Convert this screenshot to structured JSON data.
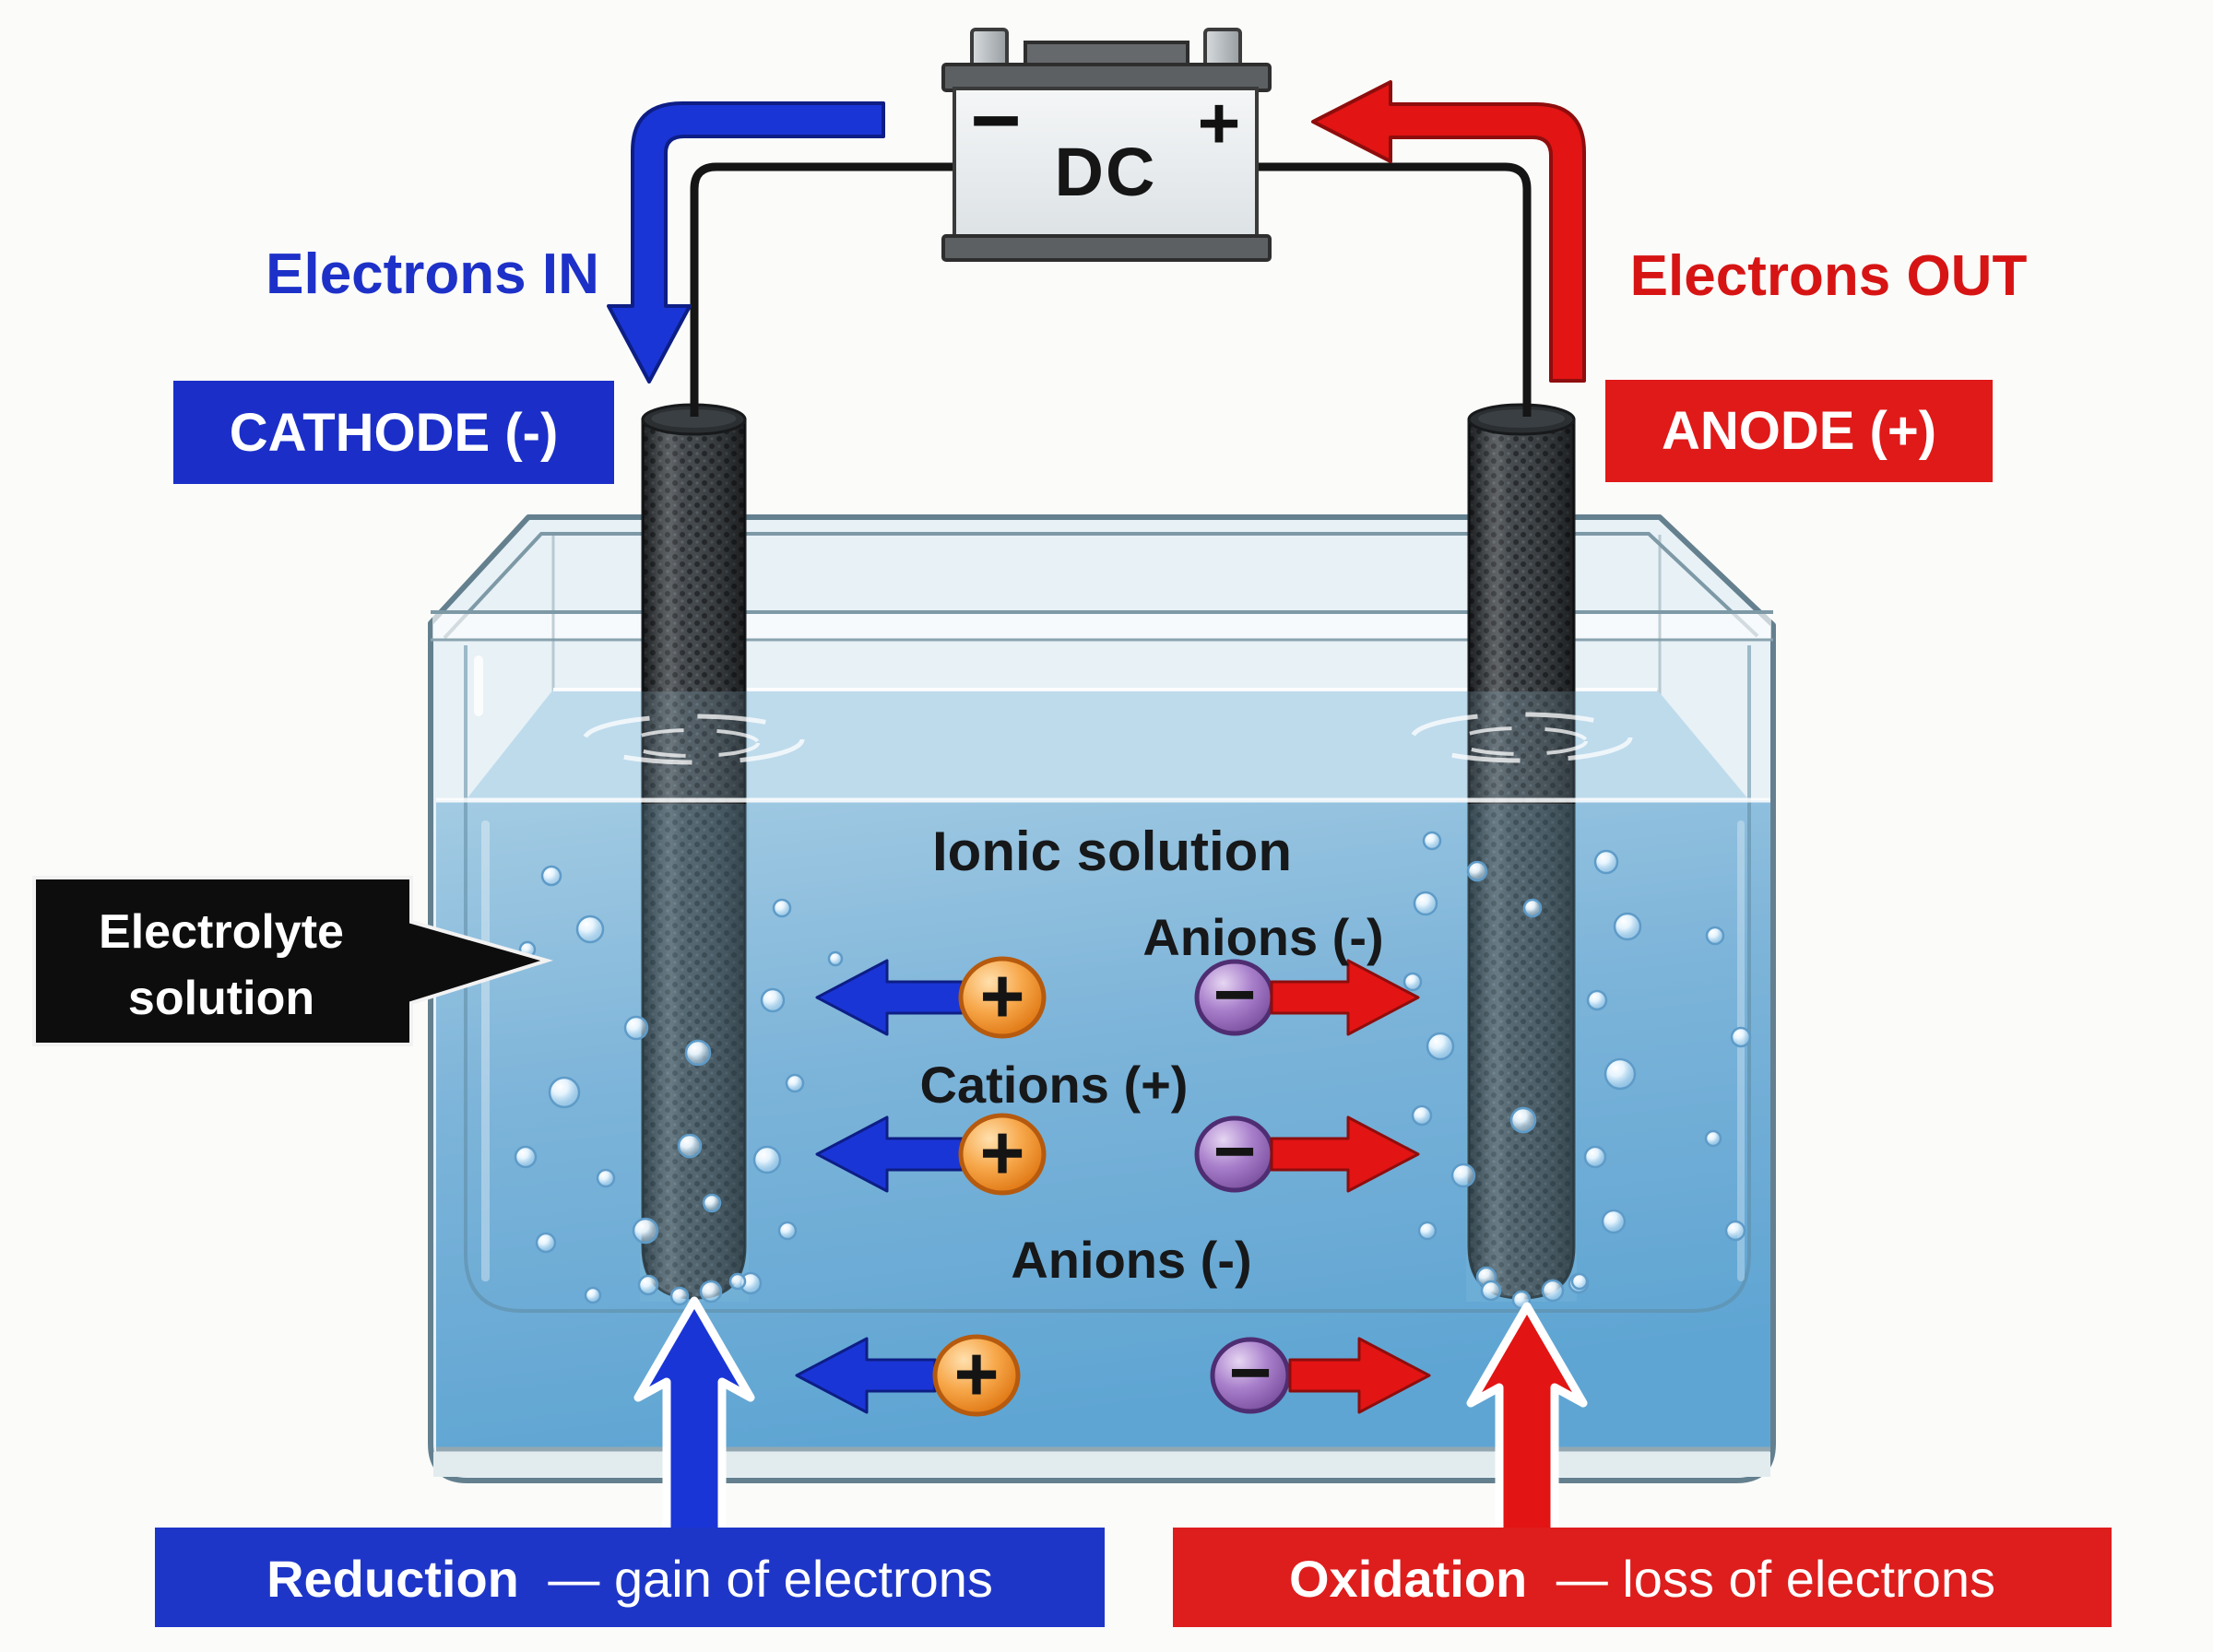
{
  "colors": {
    "blue_accent": "#1a35d6",
    "red_accent": "#e21414",
    "cathode_box_blue": "#1b2fc8",
    "anode_box_red": "#e01919",
    "reduction_box_blue": "#1e36c8",
    "oxidation_box_red": "#de1d1d",
    "electrolyte_tag_black": "#0d0d0d",
    "water_blue": "#7fb5d8",
    "cation_orange": "#f59b3c",
    "anion_purple": "#9e72c4",
    "electrode_dark": "#3f4447",
    "wire_black": "#151515",
    "battery_body_gray": "#e9edef"
  },
  "battery": {
    "label": "DC",
    "minus_symbol": "−",
    "plus_symbol": "+"
  },
  "top": {
    "electrons_in": "Electrons IN",
    "electrons_out": "Electrons OUT",
    "cathode_label": "CATHODE (-)",
    "anode_label": "ANODE (+)"
  },
  "tank": {
    "electrolyte_label_line1": "Electrolyte",
    "electrolyte_label_line2": "solution",
    "ionic_solution_label": "Ionic solution",
    "anions_label_top": "Anions (-)",
    "cations_label": "Cations (+)",
    "anions_label_bottom": "Anions (-)",
    "cation_symbol": "+",
    "anion_symbol": "−"
  },
  "bottom": {
    "reduction_term": "Reduction",
    "reduction_rest": "— gain of electrons",
    "oxidation_term": "Oxidation",
    "oxidation_rest": "— loss of electrons"
  }
}
